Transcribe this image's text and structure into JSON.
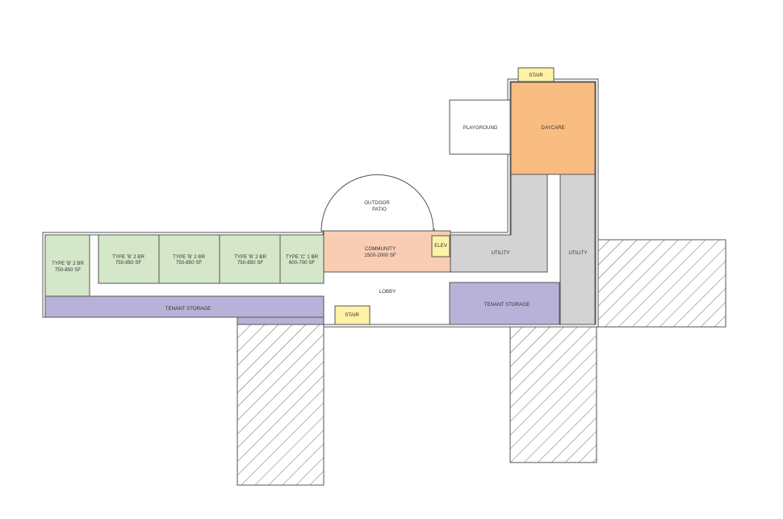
{
  "colors": {
    "unit": "#d4e8c9",
    "storage": "#b8b2d8",
    "community": "#f8cdb4",
    "daycare": "#f9bd82",
    "utility": "#d3d3d3",
    "stair": "#fdf2a6",
    "outline": "#555555",
    "hatch": "#666666"
  },
  "rooms": {
    "unit_b_1": {
      "line1": "TYPE 'B' 2 BR",
      "line2": "750-850 SF"
    },
    "unit_b_2": {
      "line1": "TYPE 'B' 2 BR",
      "line2": "750-850 SF"
    },
    "unit_b_3": {
      "line1": "TYPE 'B' 2 BR",
      "line2": "750-850 SF"
    },
    "unit_b_4": {
      "line1": "TYPE 'B' 2 BR",
      "line2": "750-850 SF"
    },
    "unit_c": {
      "line1": "TYPE 'C' 1 BR",
      "line2": "600-700 SF"
    },
    "community": {
      "line1": "COMMUNITY",
      "line2": "1500-2000 SF"
    },
    "outdoor_patio": {
      "line1": "OUTDOOR",
      "line2": "PATIO"
    },
    "elev": "ELEV",
    "utility_left": "UTILITY",
    "utility_right": "UTILITY",
    "lobby": "LOBBY",
    "stair_lower": "STAIR",
    "stair_top": "STAIR",
    "storage_left": "TENANT STORAGE",
    "storage_right": "TENANT STORAGE",
    "playground": "PLAYGROUND",
    "daycare": "DAYCARE"
  }
}
